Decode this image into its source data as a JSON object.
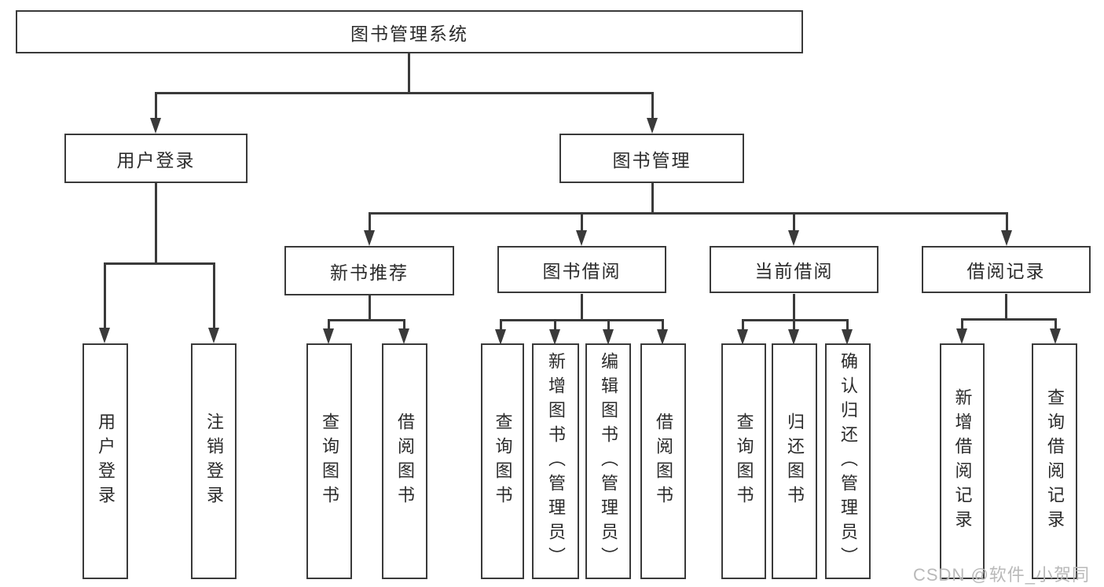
{
  "tree": {
    "label": "图书管理系统",
    "children": [
      {
        "label": "用户登录",
        "children": [
          {
            "label": "用户登录"
          },
          {
            "label": "注销登录"
          }
        ]
      },
      {
        "label": "图书管理",
        "children": [
          {
            "label": "新书推荐",
            "children": [
              {
                "label": "查询图书"
              },
              {
                "label": "借阅图书"
              }
            ]
          },
          {
            "label": "图书借阅",
            "children": [
              {
                "label": "查询图书"
              },
              {
                "label": "新增图书（管理员）"
              },
              {
                "label": "编辑图书（管理员）"
              },
              {
                "label": "借阅图书"
              }
            ]
          },
          {
            "label": "当前借阅",
            "children": [
              {
                "label": "查询图书"
              },
              {
                "label": "归还图书"
              },
              {
                "label": "确认归还（管理员）"
              }
            ]
          },
          {
            "label": "借阅记录",
            "children": [
              {
                "label": "新增借阅记录"
              },
              {
                "label": "查询借阅记录"
              }
            ]
          }
        ]
      }
    ]
  },
  "watermark": {
    "text": "CSDN @软件_小贺同学"
  },
  "colors": {
    "line": "#3a3a3a",
    "text": "#2b2b2b",
    "watermark": "#b9b9b9"
  }
}
